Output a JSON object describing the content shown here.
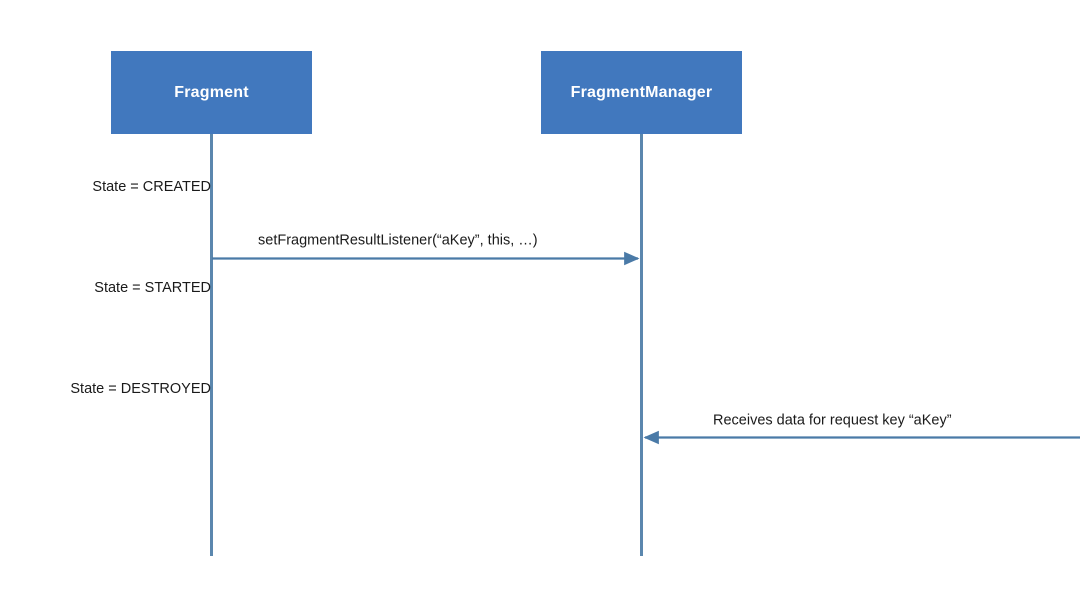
{
  "diagram": {
    "type": "sequence-diagram",
    "title": "",
    "colors": {
      "participant_fill": "#4178be",
      "participant_text": "#ffffff",
      "lifeline": "#5b87ae",
      "arrow": "#4a7aa7",
      "text": "#1a1a1a",
      "background": "#ffffff"
    },
    "participants": [
      {
        "id": "fragment",
        "label": "Fragment"
      },
      {
        "id": "fragmentmanager",
        "label": "FragmentManager"
      }
    ],
    "state_notes": [
      {
        "id": "created",
        "label": "State = CREATED"
      },
      {
        "id": "started",
        "label": "State = STARTED"
      },
      {
        "id": "destroyed",
        "label": "State = DESTROYED"
      }
    ],
    "messages": [
      {
        "id": "set-listener",
        "label": "setFragmentResultListener(“aKey”, this, …)",
        "from": "fragment",
        "to": "fragmentmanager",
        "direction": "right"
      },
      {
        "id": "receives-data",
        "label": "Receives data for request key “aKey”",
        "from": "external",
        "to": "fragmentmanager",
        "direction": "left"
      }
    ]
  }
}
